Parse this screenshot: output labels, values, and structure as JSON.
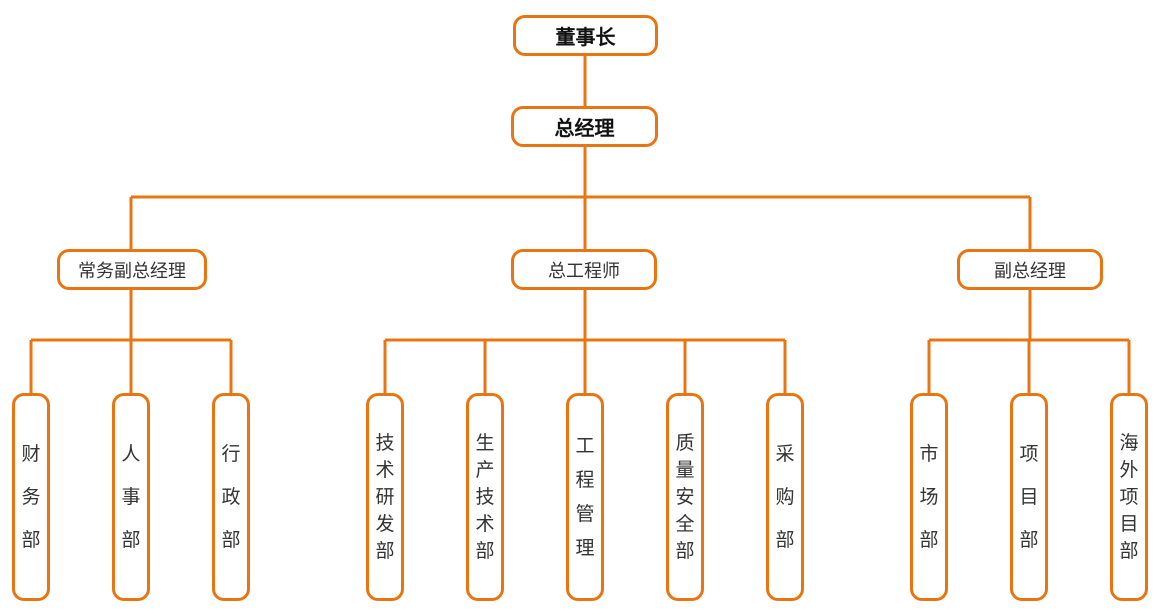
{
  "colors": {
    "accent": "#E87511",
    "box_fill": "#ffffff",
    "text_primary": "#111111",
    "text_secondary": "#333333",
    "background": "#ffffff"
  },
  "org_chart": {
    "type": "organization-chart",
    "root": {
      "label": "董事长"
    },
    "level2": {
      "label": "总经理"
    },
    "branches": [
      {
        "label": "常务副总经理",
        "departments": [
          "财务部",
          "人事部",
          "行政部"
        ]
      },
      {
        "label": "总工程师",
        "departments": [
          "技术研发部",
          "生产技术部",
          "工程管理",
          "质量安全部",
          "采购部"
        ]
      },
      {
        "label": "副总经理",
        "departments": [
          "市场部",
          "项目部",
          "海外项目部"
        ]
      }
    ]
  }
}
